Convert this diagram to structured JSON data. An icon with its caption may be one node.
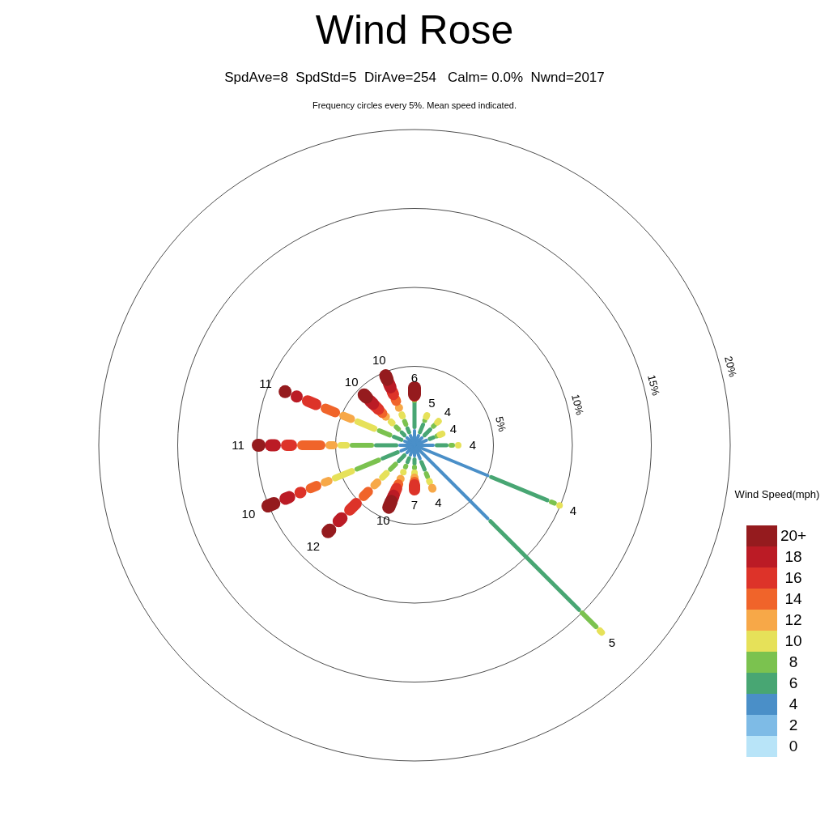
{
  "diagram": {
    "title": "Wind Rose",
    "labels": [
      "SpdAve=8  SpdStd=5  DirAve=254   Calm= 0.0%  Nwnd=2017",
      "Frequency circles every 5%. Mean speed indicated.",
      "5%",
      "10%",
      "15%",
      "20%",
      "6",
      "5",
      "4",
      "4",
      "4",
      "4",
      "5",
      "4",
      "7",
      "10",
      "12",
      "10",
      "11",
      "11",
      "10",
      "10",
      "Wind Speed(mph)"
    ],
    "legend": [
      {
        "text": "20+",
        "color": "#951b1e"
      },
      {
        "text": "18",
        "color": "#bb1b25"
      },
      {
        "text": "16",
        "color": "#dd3329"
      },
      {
        "text": "14",
        "color": "#f0642a"
      },
      {
        "text": "12",
        "color": "#f7a848"
      },
      {
        "text": "10",
        "color": "#e6e159"
      },
      {
        "text": "8",
        "color": "#7bc24f"
      },
      {
        "text": "6",
        "color": "#48a673"
      },
      {
        "text": "4",
        "color": "#4a8fc8"
      },
      {
        "text": "2",
        "color": "#7ebbe6"
      },
      {
        "text": "0",
        "color": "#b8e4f8"
      }
    ]
  }
}
